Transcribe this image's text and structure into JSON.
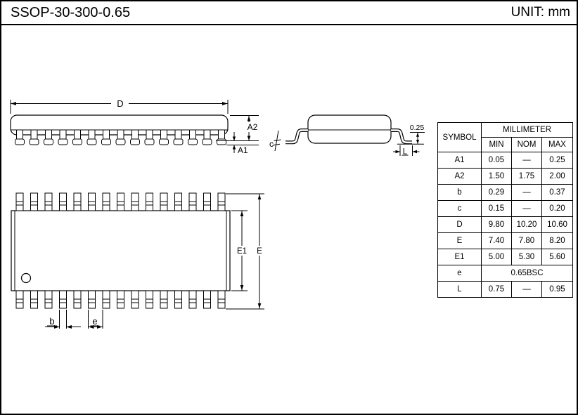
{
  "titlebar": {
    "title": "SSOP-30-300-0.65",
    "unit": "UNIT: mm"
  },
  "side_view": {
    "dim_d": "D",
    "dim_a2": "A2",
    "dim_a1": "A1"
  },
  "end_view": {
    "dim_c": "c",
    "dim_gauge": "0.25",
    "dim_l": "L"
  },
  "top_view": {
    "dim_e1": "E1",
    "dim_e": "E",
    "dim_b": "b",
    "dim_pitch": "e"
  },
  "table": {
    "symbol_header": "SYMBOL",
    "unit_header": "MILLIMETER",
    "col_headers": [
      "MIN",
      "NOM",
      "MAX"
    ],
    "rows": [
      {
        "symbol": "A1",
        "min": "0.05",
        "nom": "—",
        "max": "0.25"
      },
      {
        "symbol": "A2",
        "min": "1.50",
        "nom": "1.75",
        "max": "2.00"
      },
      {
        "symbol": "b",
        "min": "0.29",
        "nom": "—",
        "max": "0.37"
      },
      {
        "symbol": "c",
        "min": "0.15",
        "nom": "—",
        "max": "0.20"
      },
      {
        "symbol": "D",
        "min": "9.80",
        "nom": "10.20",
        "max": "10.60"
      },
      {
        "symbol": "E",
        "min": "7.40",
        "nom": "7.80",
        "max": "8.20"
      },
      {
        "symbol": "E1",
        "min": "5.00",
        "nom": "5.30",
        "max": "5.60"
      },
      {
        "symbol": "e",
        "span": "0.65BSC"
      },
      {
        "symbol": "L",
        "min": "0.75",
        "nom": "—",
        "max": "0.95"
      }
    ]
  }
}
